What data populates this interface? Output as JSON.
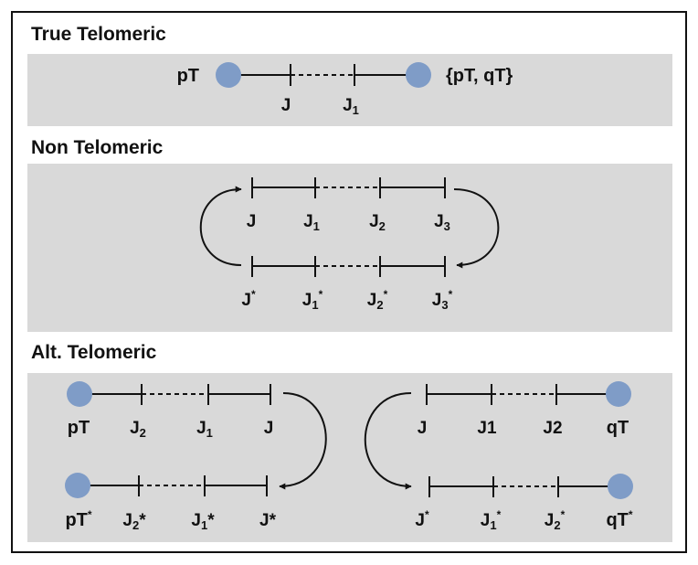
{
  "colors": {
    "band": "#d9d9d9",
    "telomere": "#7f9cc7",
    "stroke": "#111111"
  },
  "sections": {
    "true_telomeric": {
      "title": "True Telomeric",
      "left_label": "pT",
      "right_label": "{pT, qT}",
      "junctions": [
        {
          "base": "J",
          "sub": ""
        },
        {
          "base": "J",
          "sub": "1"
        }
      ]
    },
    "non_telomeric": {
      "title": "Non Telomeric",
      "top_junctions": [
        {
          "base": "J",
          "sub": "",
          "sup": ""
        },
        {
          "base": "J",
          "sub": "1",
          "sup": ""
        },
        {
          "base": "J",
          "sub": "2",
          "sup": ""
        },
        {
          "base": "J",
          "sub": "3",
          "sup": ""
        }
      ],
      "bottom_junctions": [
        {
          "base": "J",
          "sub": "",
          "sup": "*"
        },
        {
          "base": "J",
          "sub": "1",
          "sup": "*"
        },
        {
          "base": "J",
          "sub": "2",
          "sup": "*"
        },
        {
          "base": "J",
          "sub": "3",
          "sup": "*"
        }
      ]
    },
    "alt_telomeric": {
      "title": "Alt. Telomeric",
      "left_top": [
        {
          "base": "pT",
          "sub": "",
          "sup": ""
        },
        {
          "base": "J",
          "sub": "2",
          "sup": ""
        },
        {
          "base": "J",
          "sub": "1",
          "sup": ""
        },
        {
          "base": "J",
          "sub": "",
          "sup": ""
        }
      ],
      "left_bottom": [
        {
          "base": "pT",
          "sub": "",
          "sup": "*"
        },
        {
          "base": "J",
          "sub": "2",
          "sup": "*"
        },
        {
          "base": "J",
          "sub": "1",
          "sup": "*"
        },
        {
          "base": "J",
          "sub": "",
          "sup": "*"
        }
      ],
      "right_top": [
        {
          "base": "J",
          "sub": "",
          "sup": ""
        },
        {
          "base": "J1",
          "sub": "",
          "sup": ""
        },
        {
          "base": "J2",
          "sub": "",
          "sup": ""
        },
        {
          "base": "qT",
          "sub": "",
          "sup": ""
        }
      ],
      "right_bottom": [
        {
          "base": "J",
          "sub": "",
          "sup": "*"
        },
        {
          "base": "J",
          "sub": "1",
          "sup": "*"
        },
        {
          "base": "J",
          "sub": "2",
          "sup": "*"
        },
        {
          "base": "qT",
          "sub": "",
          "sup": "*"
        }
      ]
    }
  }
}
